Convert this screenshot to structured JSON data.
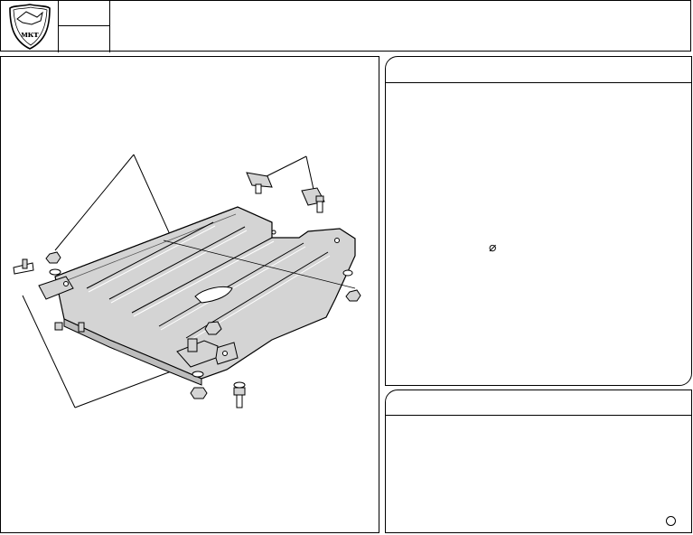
{
  "header": {
    "logo_text": "мкт",
    "code_top": "",
    "code_bottom": "",
    "title": ""
  },
  "drawing": {
    "description_icons": [
      "skid-plate",
      "nut",
      "bolt",
      "washer",
      "bracket"
    ]
  },
  "info_panel": {
    "heading": "",
    "symbol": "⌀"
  },
  "notes_panel": {
    "heading": ""
  }
}
